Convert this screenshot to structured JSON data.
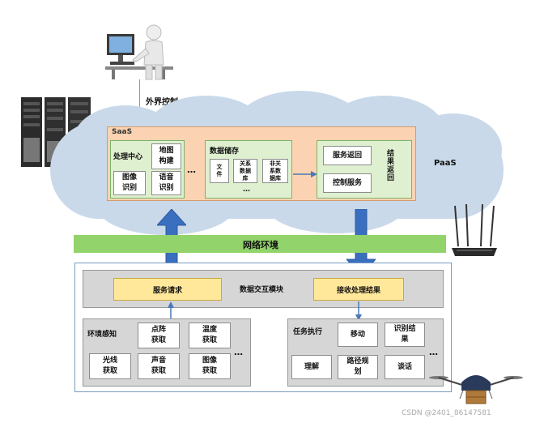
{
  "top_label": "外界控制",
  "saas": {
    "title": "SaaS",
    "processing": {
      "title": "处理中心",
      "items": [
        "地图\n构建",
        "图像\n识别",
        "语音\n识别"
      ]
    },
    "storage": {
      "title": "数据储存",
      "items": [
        "文\n件",
        "关系\n数据\n库",
        "非关\n系数\n据库"
      ]
    },
    "results": {
      "items": [
        "服务返回",
        "控制服务"
      ],
      "side_label": "结果返回"
    }
  },
  "paas_label": "PaaS",
  "network_label": "网络环境",
  "exchange": {
    "title": "数据交互模块",
    "request": "服务请求",
    "receive": "接收处理结果"
  },
  "env": {
    "title": "环境感知",
    "items": [
      "点阵\n获取",
      "温度\n获取",
      "光线\n获取",
      "声音\n获取",
      "图像\n获取"
    ]
  },
  "task": {
    "title": "任务执行",
    "items": [
      "移动",
      "识别结\n果",
      "理解",
      "路径规\n划",
      "谈话"
    ]
  },
  "ellipsis": "…",
  "watermark": "CSDN @2401_86147581",
  "colors": {
    "cloud": "#c9d9ea",
    "saas_bg": "#fbd3b2",
    "inner_green": "#dff0d0",
    "network_bar": "#92d36b",
    "arrow_blue": "#3a6fc0",
    "yellow_box": "#ffe89a"
  },
  "icons": [
    "user-at-computer-icon",
    "server-rack-icon",
    "wifi-router-icon",
    "drone-icon"
  ]
}
